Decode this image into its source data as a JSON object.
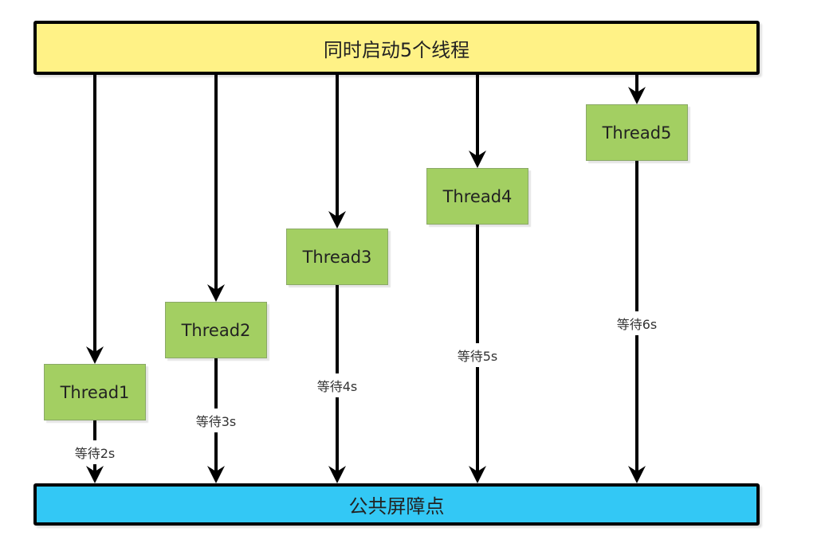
{
  "diagram": {
    "title": "同时启动5个线程",
    "barrier_label": "公共屏障点",
    "colors": {
      "start_bar": "#fff286",
      "barrier_bar": "#33c8f5",
      "thread_box": "#a3cf62",
      "line": "#000000"
    },
    "threads": [
      {
        "label": "Thread1",
        "wait": "等待2s"
      },
      {
        "label": "Thread2",
        "wait": "等待3s"
      },
      {
        "label": "Thread3",
        "wait": "等待4s"
      },
      {
        "label": "Thread4",
        "wait": "等待5s"
      },
      {
        "label": "Thread5",
        "wait": "等待6s"
      }
    ]
  }
}
